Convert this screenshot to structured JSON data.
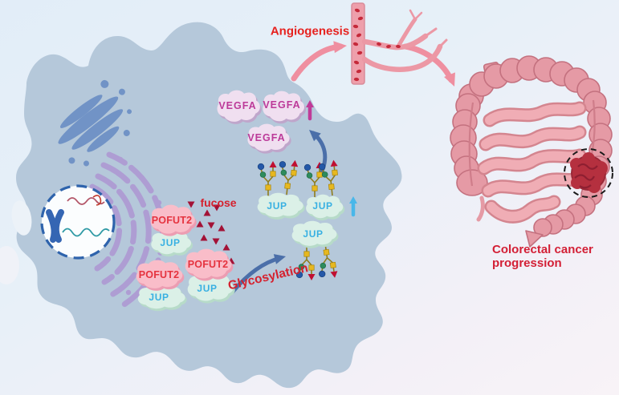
{
  "labels": {
    "angiogenesis": "Angiogenesis",
    "fucose": "fucose",
    "glycosylation": "Glycosylation",
    "colorectal_line1": "Colorectal cancer",
    "colorectal_line2": "progression"
  },
  "proteins": {
    "pofut2": {
      "label": "POFUT2",
      "fill": "#f9bdc9",
      "shadow": "#ec9db2",
      "text_color": "#e5333f",
      "count_visible": 3
    },
    "jup": {
      "label": "JUP",
      "fill": "#dbf0e7",
      "shadow": "#b7dbc9",
      "text_color": "#38b0e2",
      "count_visible": 6
    },
    "vegfa": {
      "label": "VEGFA",
      "fill": "#f0dff0",
      "shadow": "#bfa6cb",
      "text_color": "#bc3a99",
      "count_visible": 3
    }
  },
  "indicators": {
    "vegfa_up": "↑",
    "jup_up": "↑"
  },
  "cell": {
    "color": "#b5c8da",
    "organelles": [
      "nucleus",
      "chromosome",
      "endoplasmic-reticulum",
      "golgi-apparatus"
    ]
  },
  "glycan": {
    "yellow_square": "#e7b81f",
    "green_circle": "#2d8b5d",
    "blue_circle": "#2458a8",
    "red_triangle": "#c00f32",
    "stem": "#8f7d1c"
  },
  "fucose_triangle_color": "#a31236",
  "arrows": {
    "pathway_blue": "#4b6fa9",
    "angiogenesis_pink": "#ef8fa0",
    "jup_up_cyan": "#49b7e9",
    "vegfa_up_magenta": "#c03a98"
  },
  "illustrations": [
    "blood-vessel",
    "red-blood-cells",
    "large-intestine",
    "small-intestine",
    "tumor"
  ]
}
